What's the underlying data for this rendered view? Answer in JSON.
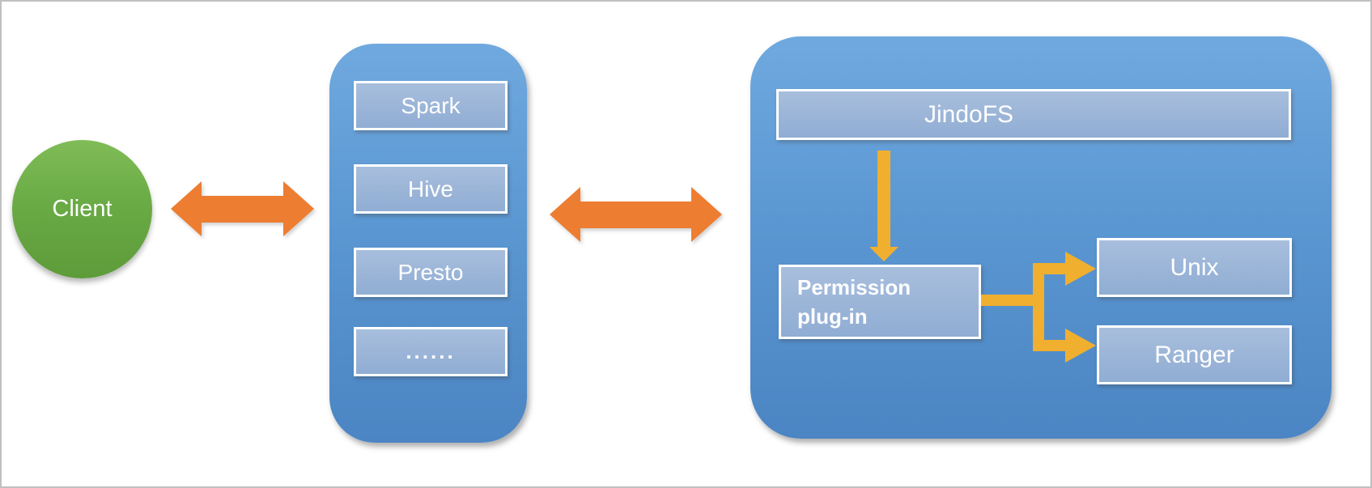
{
  "client": {
    "label": "Client"
  },
  "compute_panel": {
    "items": [
      "Spark",
      "Hive",
      "Presto",
      "......"
    ]
  },
  "jindofs_panel": {
    "title": "JindoFS",
    "permission_plugin_label": "Permission plug-in",
    "backends": {
      "unix": "Unix",
      "ranger": "Ranger"
    }
  },
  "colors": {
    "panel_blue_top": "#6FA9DF",
    "panel_blue_bottom": "#4B85C3",
    "inner_box_top": "#A8BEDD",
    "inner_box_bottom": "#90ADD3",
    "inner_box_border": "#FFFFFF",
    "client_green_top": "#80BC57",
    "client_green_bottom": "#5E9B3A",
    "arrow_orange": "#ED7D31",
    "connector_yellow": "#F0AF2F",
    "text": "#FFFFFF",
    "frame_border": "#C0C0C0"
  }
}
